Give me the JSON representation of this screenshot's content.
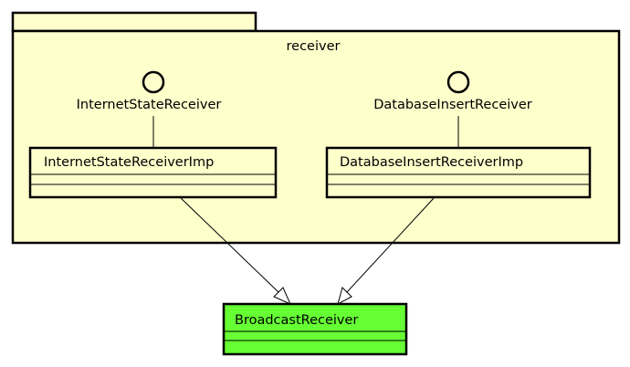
{
  "diagram": {
    "package": {
      "name": "receiver",
      "fill": "#ffffcc",
      "stroke": "#000000"
    },
    "interfaces": [
      {
        "name": "InternetStateReceiver"
      },
      {
        "name": "DatabaseInsertReceiver"
      }
    ],
    "classes": [
      {
        "name": "InternetStateReceiverImp"
      },
      {
        "name": "DatabaseInsertReceiverImp"
      }
    ],
    "superclass": {
      "name": "BroadcastReceiver",
      "fill": "#66ff33"
    },
    "relations": [
      {
        "type": "realization",
        "from": "InternetStateReceiverImp",
        "to": "InternetStateReceiver"
      },
      {
        "type": "realization",
        "from": "DatabaseInsertReceiverImp",
        "to": "DatabaseInsertReceiver"
      },
      {
        "type": "generalization",
        "from": "InternetStateReceiverImp",
        "to": "BroadcastReceiver"
      },
      {
        "type": "generalization",
        "from": "DatabaseInsertReceiverImp",
        "to": "BroadcastReceiver"
      }
    ]
  }
}
